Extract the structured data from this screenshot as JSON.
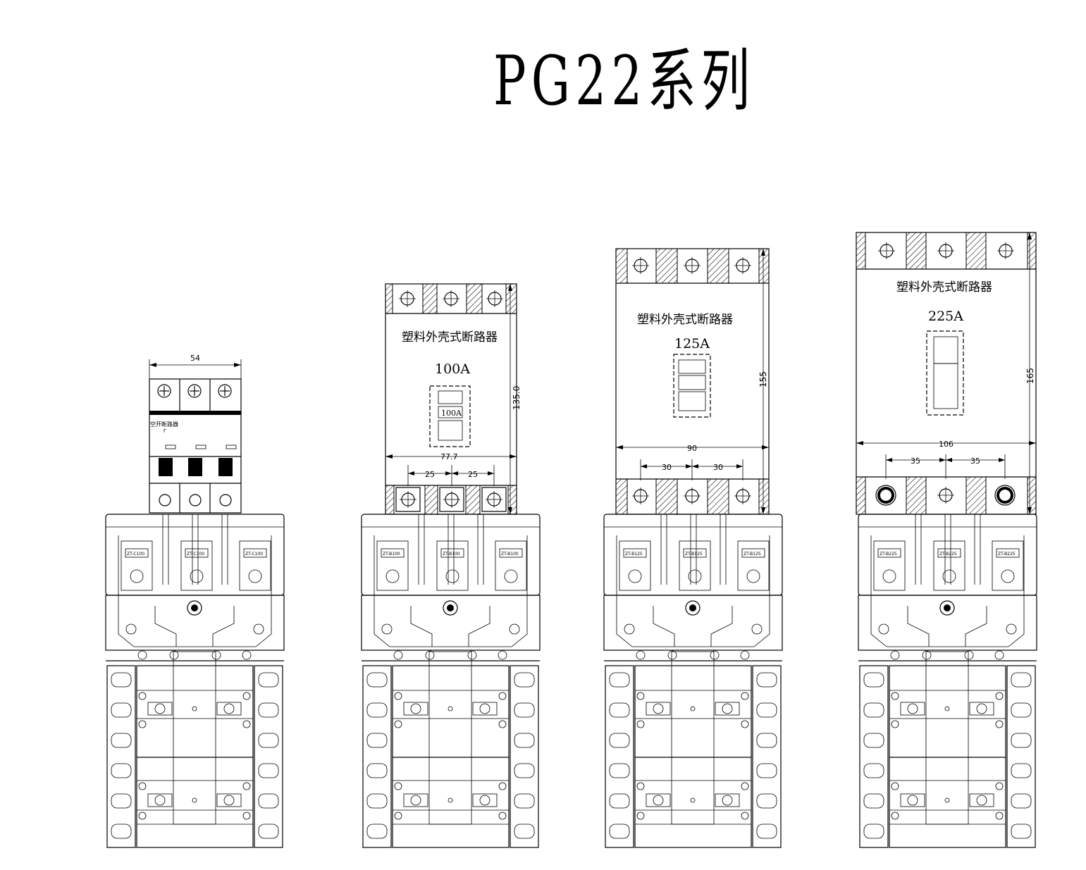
{
  "title": "PG22系列",
  "units": [
    {
      "id": "mcb",
      "breaker_label": "空开断路器",
      "rating": "",
      "width_dim": "54",
      "pitch_dim": "",
      "height_dim": "",
      "busbar_tag": "ZT-C100"
    },
    {
      "id": "mccb-100",
      "breaker_label": "塑料外壳式断路器",
      "rating": "100A",
      "width_dim": "77.7",
      "pitch_dim": "25",
      "height_dim": "135.0",
      "busbar_tag": "ZT-B100"
    },
    {
      "id": "mccb-125",
      "breaker_label": "塑料外壳式断路器",
      "rating": "125A",
      "width_dim": "90",
      "pitch_dim": "30",
      "height_dim": "155",
      "busbar_tag": "ZT-B125"
    },
    {
      "id": "mccb-225",
      "breaker_label": "塑料外壳式断路器",
      "rating": "225A",
      "width_dim": "106",
      "pitch_dim": "35",
      "height_dim": "165",
      "busbar_tag": "ZT-B225"
    }
  ]
}
